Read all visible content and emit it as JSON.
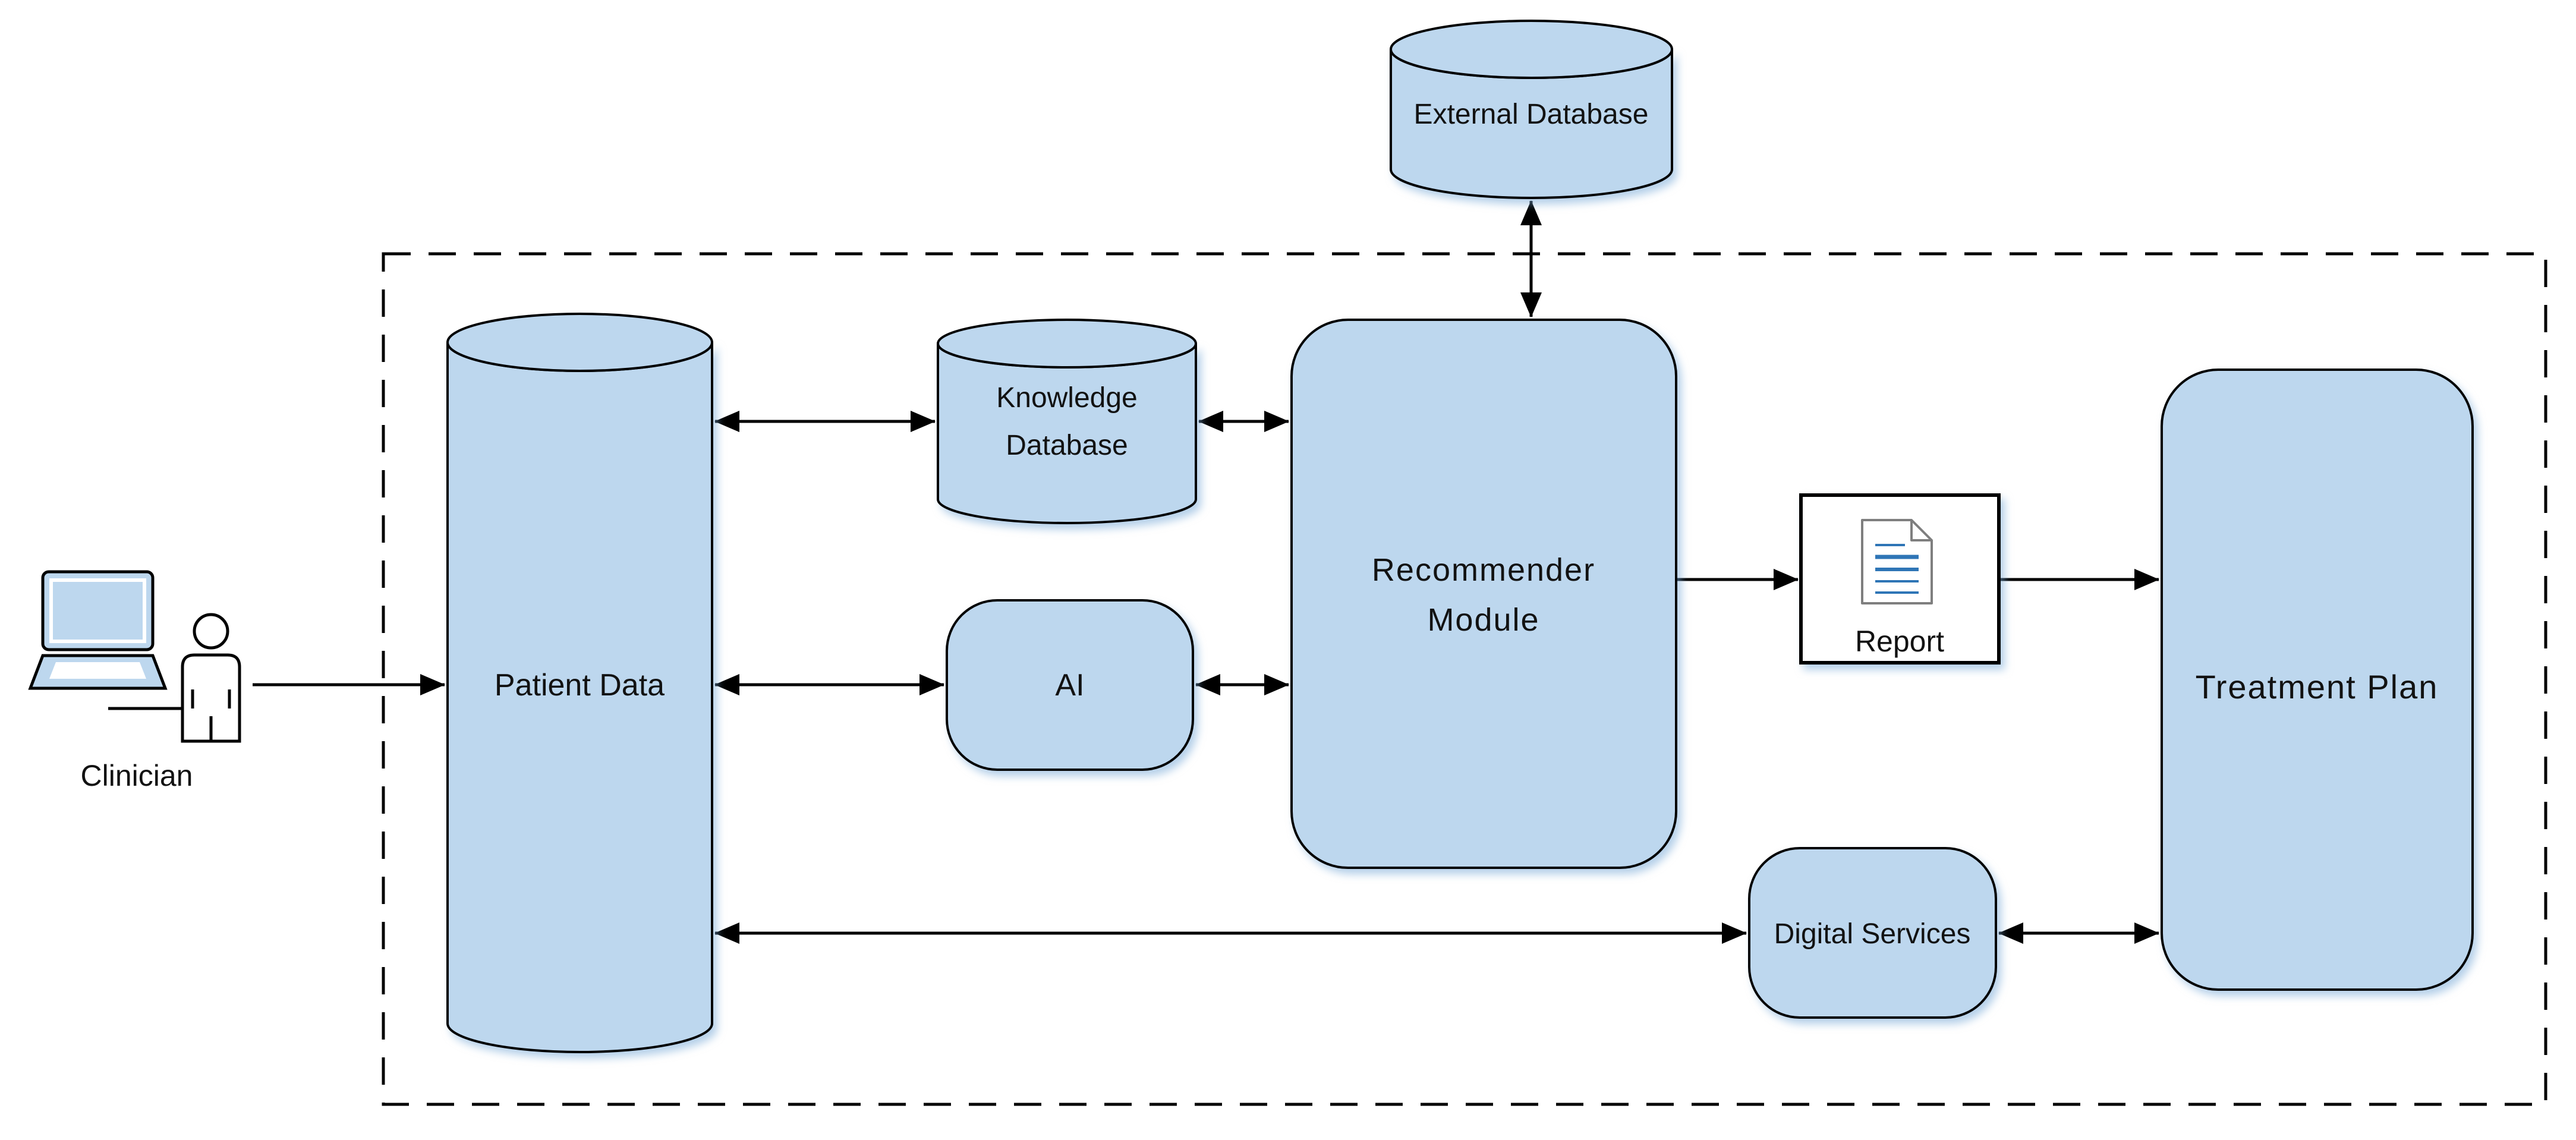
{
  "diagram": {
    "title": "Clinical recommender system architecture",
    "background": "#ffffff",
    "colors": {
      "node_fill": "#BDD7EE",
      "node_stroke": "#000000",
      "text": "#121212",
      "arrow": "#000000",
      "boundary_stroke": "#000000",
      "report_fill": "#ffffff",
      "doc_icon_stroke": "#7f7f7f",
      "doc_icon_lines": "#2E75B6"
    },
    "boundary": {
      "style": "dashed-rectangle"
    },
    "nodes": {
      "clinician": {
        "label": "Clinician",
        "shape": "actor-with-laptop"
      },
      "patient_data": {
        "label": "Patient Data",
        "shape": "cylinder"
      },
      "knowledge_database": {
        "label": "Knowledge Database",
        "lines": [
          "Knowledge",
          "Database"
        ],
        "shape": "cylinder"
      },
      "ai": {
        "label": "AI",
        "shape": "rounded-rectangle"
      },
      "external_database": {
        "label": "External Database",
        "shape": "cylinder"
      },
      "recommender_module": {
        "label": "Recommender Module",
        "lines": [
          "Recommender",
          "Module"
        ],
        "shape": "rounded-rectangle"
      },
      "report": {
        "label": "Report",
        "shape": "document-box"
      },
      "digital_services": {
        "label": "Digital Services",
        "shape": "rounded-rectangle"
      },
      "treatment_plan": {
        "label": "Treatment Plan",
        "shape": "rounded-rectangle"
      }
    },
    "edges": [
      {
        "from": "clinician",
        "to": "patient_data",
        "direction": "one-way"
      },
      {
        "from": "patient_data",
        "to": "knowledge_database",
        "direction": "two-way"
      },
      {
        "from": "knowledge_database",
        "to": "recommender_module",
        "direction": "two-way"
      },
      {
        "from": "patient_data",
        "to": "ai",
        "direction": "two-way"
      },
      {
        "from": "ai",
        "to": "recommender_module",
        "direction": "two-way"
      },
      {
        "from": "external_database",
        "to": "recommender_module",
        "direction": "two-way"
      },
      {
        "from": "recommender_module",
        "to": "report",
        "direction": "one-way"
      },
      {
        "from": "report",
        "to": "treatment_plan",
        "direction": "one-way"
      },
      {
        "from": "patient_data",
        "to": "digital_services",
        "direction": "two-way"
      },
      {
        "from": "digital_services",
        "to": "treatment_plan",
        "direction": "two-way"
      }
    ]
  }
}
